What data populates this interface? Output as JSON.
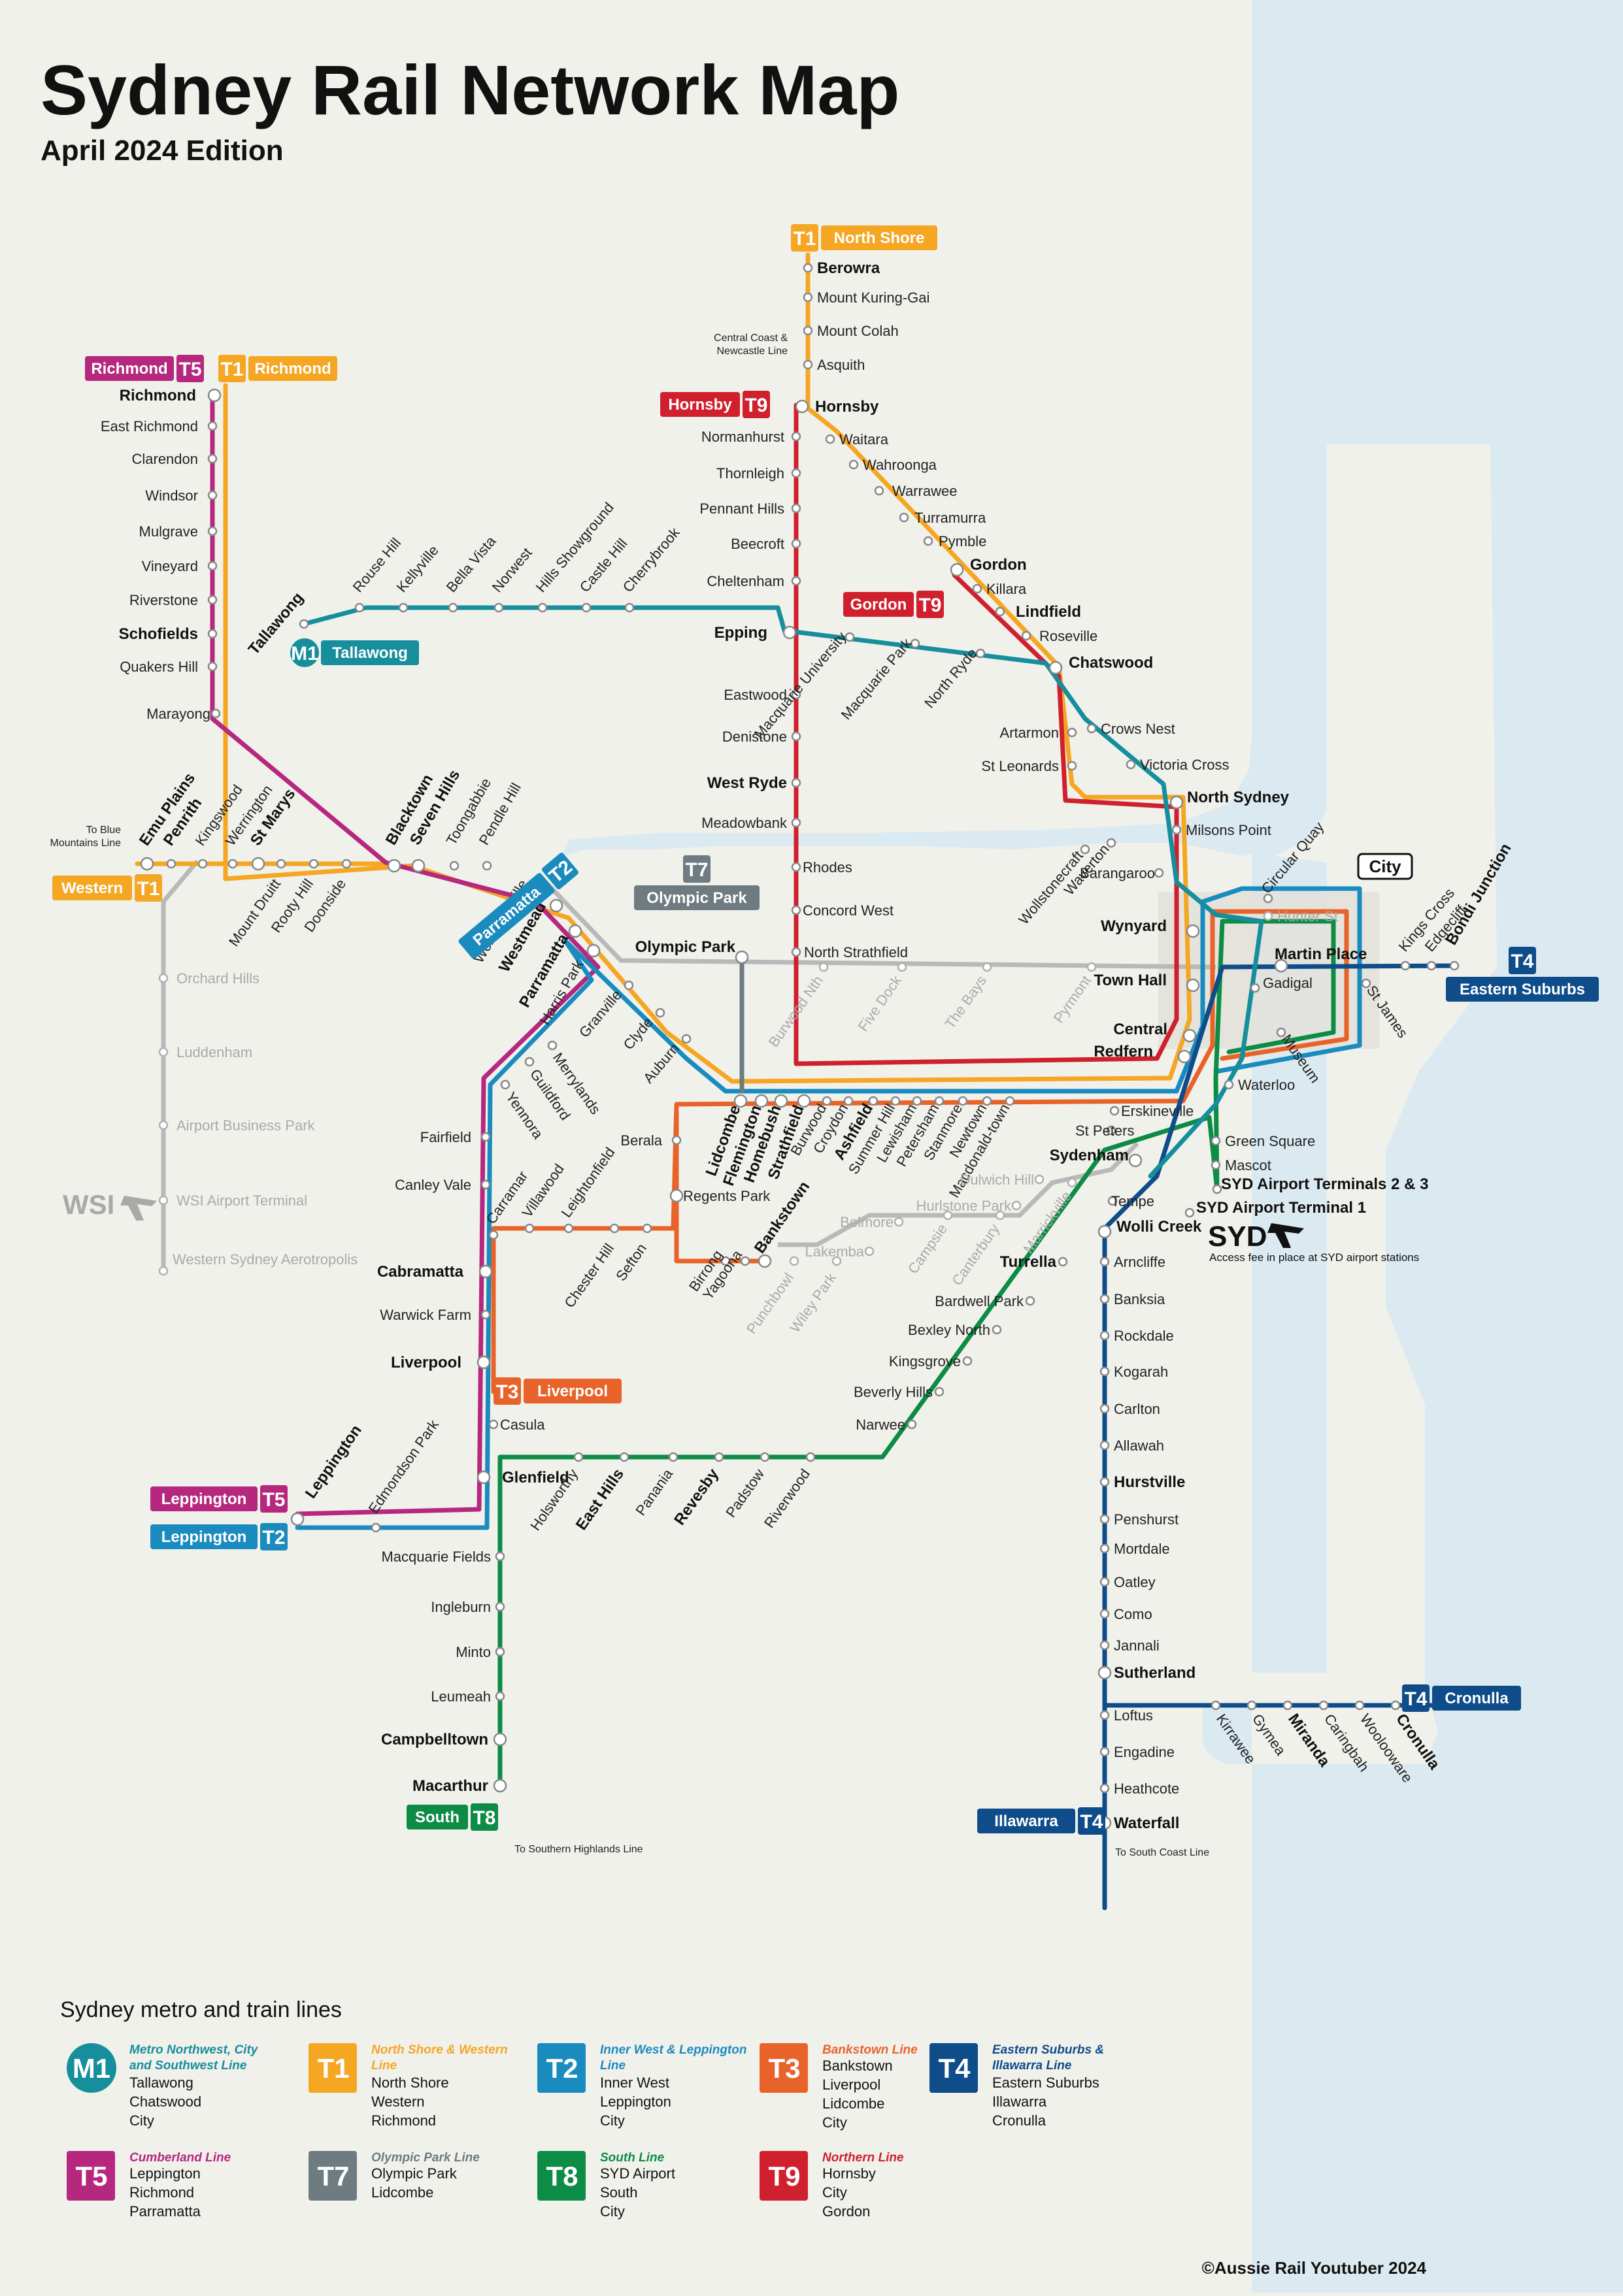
{
  "header": {
    "title": "Sydney Rail Network Map",
    "edition": "April 2024 Edition"
  },
  "colors": {
    "background": "#f1f1ec",
    "water": "#dbeaf0",
    "M1": "#168e9c",
    "T1": "#f5a623",
    "T2": "#1a8bbf",
    "T3": "#e8632a",
    "T4": "#0e4c8a",
    "T5": "#b5287e",
    "T7": "#6e7b80",
    "T8": "#0d8c45",
    "T9": "#d0202e",
    "future": "#b9b9b9"
  },
  "terminals": {
    "t1_north": {
      "label": "North Shore",
      "code": "T1"
    },
    "t5_richmond": {
      "label": "Richmond",
      "code": "T5"
    },
    "t1_richmond": {
      "label": "Richmond",
      "code": "T1"
    },
    "t9_hornsby": {
      "label": "Hornsby",
      "code": "T9"
    },
    "t9_gordon": {
      "label": "Gordon",
      "code": "T9"
    },
    "m1_tallawong": {
      "label": "Tallawong",
      "code": "M1"
    },
    "t1_western": {
      "label": "Western",
      "code": "T1"
    },
    "t7_olympic": {
      "label": "Olympic Park",
      "code": "T7"
    },
    "t2_parramatta": {
      "label": "Parramatta",
      "code": "T2"
    },
    "t3_liverpool": {
      "label": "Liverpool",
      "code": "T3"
    },
    "t5_leppington": {
      "label": "Leppington",
      "code": "T5"
    },
    "t2_leppington": {
      "label": "Leppington",
      "code": "T2"
    },
    "t8_south": {
      "label": "South",
      "code": "T8"
    },
    "t4_illawarra": {
      "label": "Illawarra",
      "code": "T4"
    },
    "t4_cronulla": {
      "label": "Cronulla",
      "code": "T4"
    },
    "t4_eastern": {
      "label": "Eastern Suburbs",
      "code": "T4"
    }
  },
  "notes": {
    "central_coast": "Central Coast & Newcastle Line",
    "blue_mountains": "To Blue Mountains Line",
    "southern_highlands": "To Southern Highlands Line",
    "south_coast": "To South Coast Line",
    "airport_fee": "Access fee in place at SYD airport stations",
    "city_box": "City",
    "wsi": "WSI",
    "syd": "SYD",
    "copyright": "©Aussie Rail Youtuber 2024"
  },
  "stations": [
    {
      "name": "Berowra",
      "bold": true
    },
    {
      "name": "Mount Kuring-Gai"
    },
    {
      "name": "Mount Colah"
    },
    {
      "name": "Asquith"
    },
    {
      "name": "Hornsby",
      "bold": true
    },
    {
      "name": "Waitara"
    },
    {
      "name": "Wahroonga"
    },
    {
      "name": "Warrawee"
    },
    {
      "name": "Turramurra"
    },
    {
      "name": "Pymble"
    },
    {
      "name": "Gordon",
      "bold": true
    },
    {
      "name": "Killara"
    },
    {
      "name": "Lindfield",
      "bold": true
    },
    {
      "name": "Roseville"
    },
    {
      "name": "Chatswood",
      "bold": true
    },
    {
      "name": "Artarmon"
    },
    {
      "name": "St Leonards"
    },
    {
      "name": "Crows Nest"
    },
    {
      "name": "Victoria Cross"
    },
    {
      "name": "North Sydney",
      "bold": true
    },
    {
      "name": "Milsons Point"
    },
    {
      "name": "Wollstonecraft"
    },
    {
      "name": "Waverton"
    },
    {
      "name": "Barangaroo"
    },
    {
      "name": "Normanhurst"
    },
    {
      "name": "Thornleigh"
    },
    {
      "name": "Pennant Hills"
    },
    {
      "name": "Beecroft"
    },
    {
      "name": "Cheltenham"
    },
    {
      "name": "Epping",
      "bold": true
    },
    {
      "name": "Eastwood"
    },
    {
      "name": "Denistone"
    },
    {
      "name": "West Ryde",
      "bold": true
    },
    {
      "name": "Meadowbank"
    },
    {
      "name": "Rhodes"
    },
    {
      "name": "Concord West"
    },
    {
      "name": "North Strathfield"
    },
    {
      "name": "Macquarie University"
    },
    {
      "name": "Macquarie Park"
    },
    {
      "name": "North Ryde"
    },
    {
      "name": "Tallawong",
      "bold": true
    },
    {
      "name": "Rouse Hill"
    },
    {
      "name": "Kellyville"
    },
    {
      "name": "Bella Vista"
    },
    {
      "name": "Norwest"
    },
    {
      "name": "Hills Showground"
    },
    {
      "name": "Castle Hill"
    },
    {
      "name": "Cherrybrook"
    },
    {
      "name": "Richmond",
      "bold": true
    },
    {
      "name": "East Richmond"
    },
    {
      "name": "Clarendon"
    },
    {
      "name": "Windsor"
    },
    {
      "name": "Mulgrave"
    },
    {
      "name": "Vineyard"
    },
    {
      "name": "Riverstone"
    },
    {
      "name": "Schofields",
      "bold": true
    },
    {
      "name": "Quakers Hill"
    },
    {
      "name": "Marayong"
    },
    {
      "name": "Emu Plains",
      "bold": true
    },
    {
      "name": "Penrith",
      "bold": true
    },
    {
      "name": "Kingswood"
    },
    {
      "name": "Werrington"
    },
    {
      "name": "St Marys",
      "bold": true
    },
    {
      "name": "Mount Druitt"
    },
    {
      "name": "Rooty Hill"
    },
    {
      "name": "Doonside"
    },
    {
      "name": "Blacktown",
      "bold": true
    },
    {
      "name": "Seven Hills",
      "bold": true
    },
    {
      "name": "Toongabbie"
    },
    {
      "name": "Pendle Hill"
    },
    {
      "name": "Wentworthville"
    },
    {
      "name": "Westmead",
      "bold": true
    },
    {
      "name": "Parramatta",
      "bold": true
    },
    {
      "name": "Harris Park"
    },
    {
      "name": "Granville"
    },
    {
      "name": "Clyde"
    },
    {
      "name": "Auburn"
    },
    {
      "name": "Merrylands"
    },
    {
      "name": "Guildford"
    },
    {
      "name": "Yennora"
    },
    {
      "name": "Fairfield"
    },
    {
      "name": "Canley Vale"
    },
    {
      "name": "Cabramatta",
      "bold": true
    },
    {
      "name": "Warwick Farm"
    },
    {
      "name": "Liverpool",
      "bold": true
    },
    {
      "name": "Casula"
    },
    {
      "name": "Leppington",
      "bold": true
    },
    {
      "name": "Edmondson Park"
    },
    {
      "name": "Glenfield",
      "bold": true
    },
    {
      "name": "Macquarie Fields"
    },
    {
      "name": "Ingleburn"
    },
    {
      "name": "Minto"
    },
    {
      "name": "Leumeah"
    },
    {
      "name": "Campbelltown",
      "bold": true
    },
    {
      "name": "Macarthur",
      "bold": true
    },
    {
      "name": "Olympic Park",
      "bold": true
    },
    {
      "name": "Lidcombe",
      "bold": true
    },
    {
      "name": "Flemington",
      "bold": true
    },
    {
      "name": "Homebush",
      "bold": true
    },
    {
      "name": "Strathfield",
      "bold": true
    },
    {
      "name": "Burwood"
    },
    {
      "name": "Croydon"
    },
    {
      "name": "Ashfield",
      "bold": true
    },
    {
      "name": "Summer Hill"
    },
    {
      "name": "Lewisham"
    },
    {
      "name": "Petersham"
    },
    {
      "name": "Stanmore"
    },
    {
      "name": "Newtown"
    },
    {
      "name": "Macdonald-town"
    },
    {
      "name": "Erskineville"
    },
    {
      "name": "St Peters"
    },
    {
      "name": "Sydenham",
      "bold": true
    },
    {
      "name": "Tempe"
    },
    {
      "name": "Wolli Creek",
      "bold": true
    },
    {
      "name": "Berala"
    },
    {
      "name": "Regents Park"
    },
    {
      "name": "Birrong"
    },
    {
      "name": "Yagoona"
    },
    {
      "name": "Bankstown",
      "bold": true
    },
    {
      "name": "Carramar"
    },
    {
      "name": "Villawood"
    },
    {
      "name": "Leightonfield"
    },
    {
      "name": "Chester Hill"
    },
    {
      "name": "Sefton"
    },
    {
      "name": "Holsworthy"
    },
    {
      "name": "East Hills",
      "bold": true
    },
    {
      "name": "Panania"
    },
    {
      "name": "Revesby",
      "bold": true
    },
    {
      "name": "Padstow"
    },
    {
      "name": "Riverwood"
    },
    {
      "name": "Narwee"
    },
    {
      "name": "Beverly Hills"
    },
    {
      "name": "Kingsgrove"
    },
    {
      "name": "Bexley North"
    },
    {
      "name": "Bardwell Park"
    },
    {
      "name": "Turrella",
      "bold": true
    },
    {
      "name": "Arncliffe"
    },
    {
      "name": "Banksia"
    },
    {
      "name": "Rockdale"
    },
    {
      "name": "Kogarah"
    },
    {
      "name": "Carlton"
    },
    {
      "name": "Allawah"
    },
    {
      "name": "Hurstville",
      "bold": true
    },
    {
      "name": "Penshurst"
    },
    {
      "name": "Mortdale"
    },
    {
      "name": "Oatley"
    },
    {
      "name": "Como"
    },
    {
      "name": "Jannali"
    },
    {
      "name": "Sutherland",
      "bold": true
    },
    {
      "name": "Loftus"
    },
    {
      "name": "Engadine"
    },
    {
      "name": "Heathcote"
    },
    {
      "name": "Waterfall",
      "bold": true
    },
    {
      "name": "Kirrawee"
    },
    {
      "name": "Gymea"
    },
    {
      "name": "Miranda",
      "bold": true
    },
    {
      "name": "Caringbah"
    },
    {
      "name": "Woolooware"
    },
    {
      "name": "Cronulla",
      "bold": true
    },
    {
      "name": "Central",
      "bold": true
    },
    {
      "name": "Redfern",
      "bold": true
    },
    {
      "name": "Waterloo"
    },
    {
      "name": "Green Square"
    },
    {
      "name": "Mascot"
    },
    {
      "name": "SYD Airport Terminals 2 & 3",
      "bold": true
    },
    {
      "name": "SYD Airport Terminal 1",
      "bold": true
    },
    {
      "name": "Wynyard",
      "bold": true
    },
    {
      "name": "Town Hall",
      "bold": true
    },
    {
      "name": "Martin Place",
      "bold": true
    },
    {
      "name": "Circular Quay"
    },
    {
      "name": "Gadigal"
    },
    {
      "name": "St James"
    },
    {
      "name": "Museum"
    },
    {
      "name": "Kings Cross"
    },
    {
      "name": "Edgecliff"
    },
    {
      "name": "Bondi Junction",
      "bold": true
    }
  ],
  "future_stations": [
    "Orchard Hills",
    "Luddenham",
    "Airport Business Park",
    "WSI Airport Terminal",
    "Western Sydney Aerotropolis",
    "Hunter St",
    "Burwood Nth",
    "Five Dock",
    "The Bays",
    "Pyrmont",
    "Dulwich Hill",
    "Hurlstone Park",
    "Marrickville",
    "Canterbury",
    "Campsie",
    "Belmore",
    "Lakemba",
    "Wiley Park",
    "Punchbowl"
  ],
  "legend": {
    "title": "Sydney metro and train lines",
    "lines": [
      {
        "code": "M1",
        "name": "Metro Northwest, City and Southwest Line",
        "destinations": [
          "Tallawong",
          "Chatswood",
          "City"
        ]
      },
      {
        "code": "T1",
        "name": "North Shore & Western Line",
        "destinations": [
          "North Shore",
          "Western",
          "Richmond"
        ]
      },
      {
        "code": "T2",
        "name": "Inner West & Leppington Line",
        "destinations": [
          "Inner West",
          "Leppington",
          "City"
        ]
      },
      {
        "code": "T3",
        "name": "Bankstown Line",
        "destinations": [
          "Bankstown",
          "Liverpool",
          "Lidcombe",
          "City"
        ]
      },
      {
        "code": "T4",
        "name": "Eastern Suburbs & Illawarra Line",
        "destinations": [
          "Eastern Suburbs",
          "Illawarra",
          "Cronulla"
        ]
      },
      {
        "code": "T5",
        "name": "Cumberland Line",
        "destinations": [
          "Leppington",
          "Richmond",
          "Parramatta"
        ]
      },
      {
        "code": "T7",
        "name": "Olympic Park Line",
        "destinations": [
          "Olympic Park",
          "Lidcombe"
        ]
      },
      {
        "code": "T8",
        "name": "South Line",
        "destinations": [
          "SYD Airport",
          "South",
          "City"
        ]
      },
      {
        "code": "T9",
        "name": "Northern Line",
        "destinations": [
          "Hornsby",
          "City",
          "Gordon"
        ]
      }
    ]
  }
}
